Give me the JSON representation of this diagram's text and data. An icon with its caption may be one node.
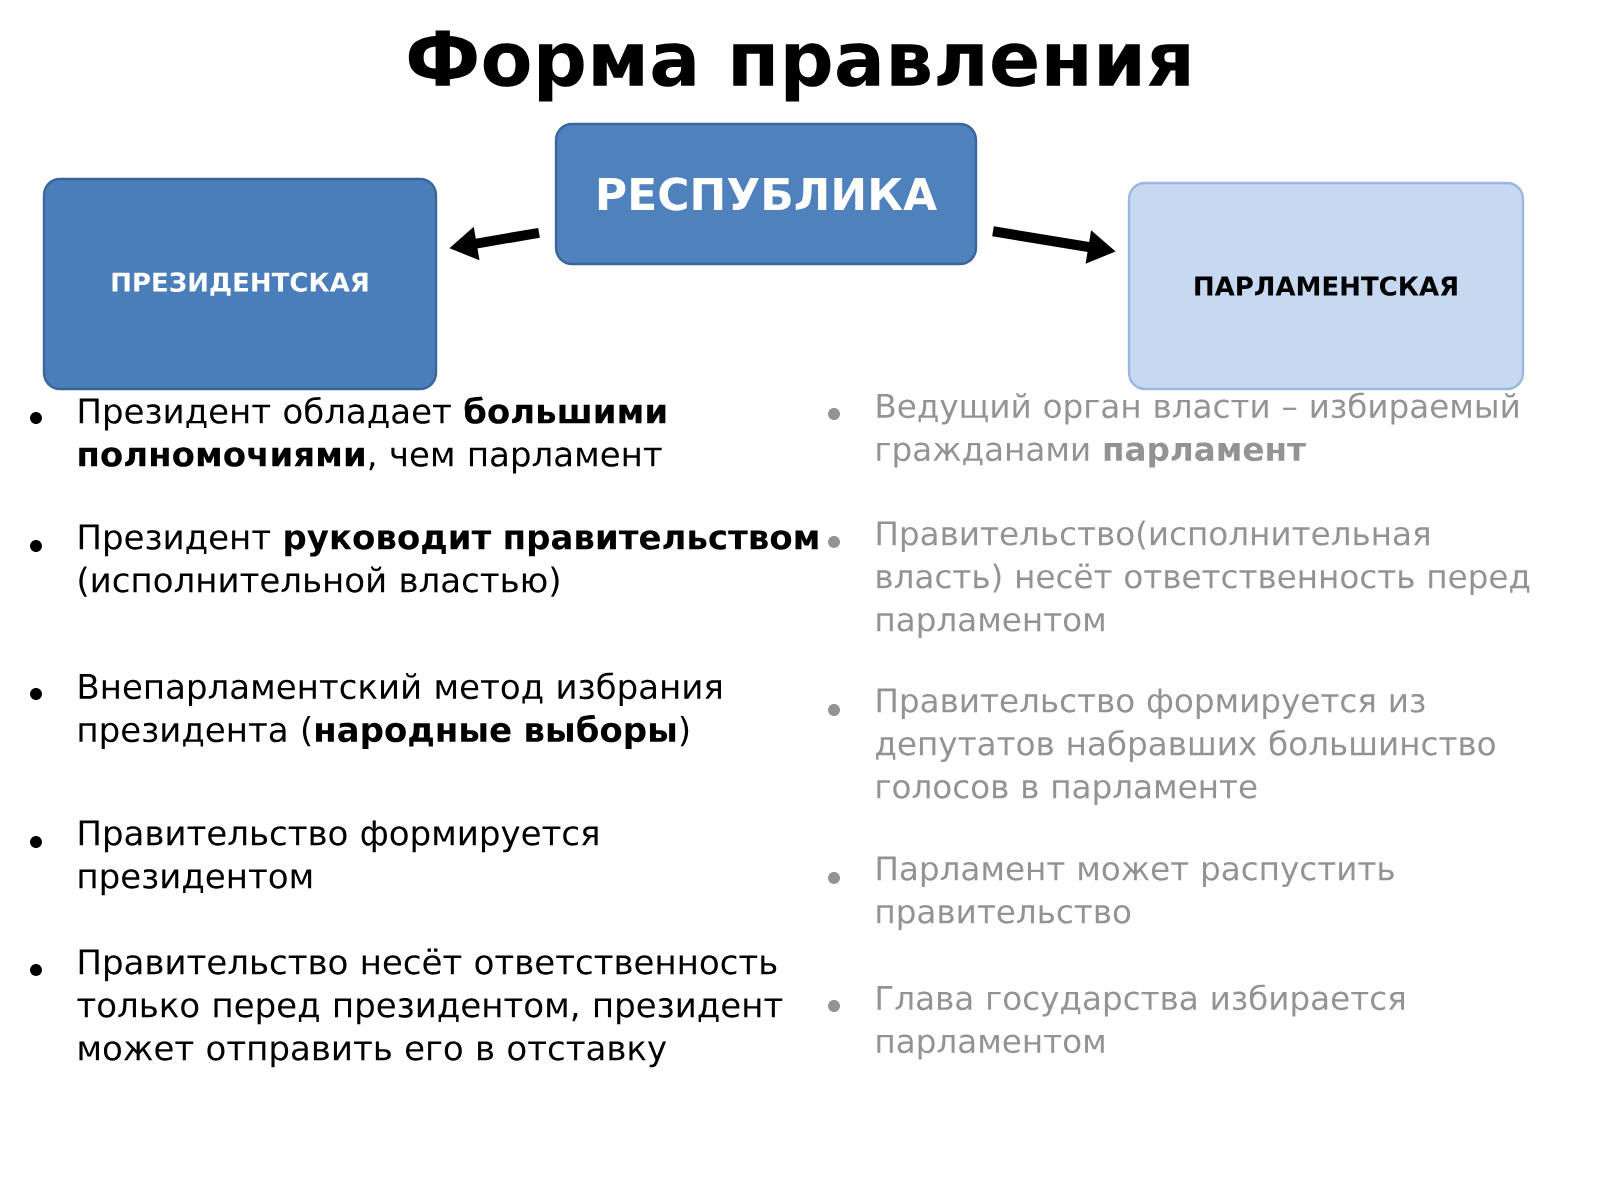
{
  "diagram": {
    "title": "Форма правления",
    "nodes": [
      {
        "text": [
          "РЕСПУБЛИКА"
        ]
      },
      {
        "text": [
          "ПРЕЗИДЕНТСКАЯ"
        ]
      },
      {
        "text": [
          "ПАРЛАМЕНТСКАЯ"
        ]
      }
    ],
    "edges": [
      {
        "from": 0,
        "to": 1,
        "arrow": "to"
      },
      {
        "from": 0,
        "to": 2,
        "arrow": "to"
      }
    ],
    "labels": [
      "Президент обладает **большими полномочиями**, чем парламент",
      "Президент **руководит правительством** (исполнительной властью)",
      "Внепарламентский метод избрания президента (**народные выборы**)",
      "Правительство формируется президентом",
      "Правительство несёт ответственность только перед президентом, президент может отправить его в отставку",
      "Ведущий орган власти – избираемый гражданами **парламент**",
      "Правительство(исполнительная власть) несёт ответственность перед парламентом",
      "Правительство формируется из депутатов набравших большинство голосов в парламенте",
      "Парламент может распустить правительство",
      "Глава государства избирается парламентом"
    ]
  }
}
